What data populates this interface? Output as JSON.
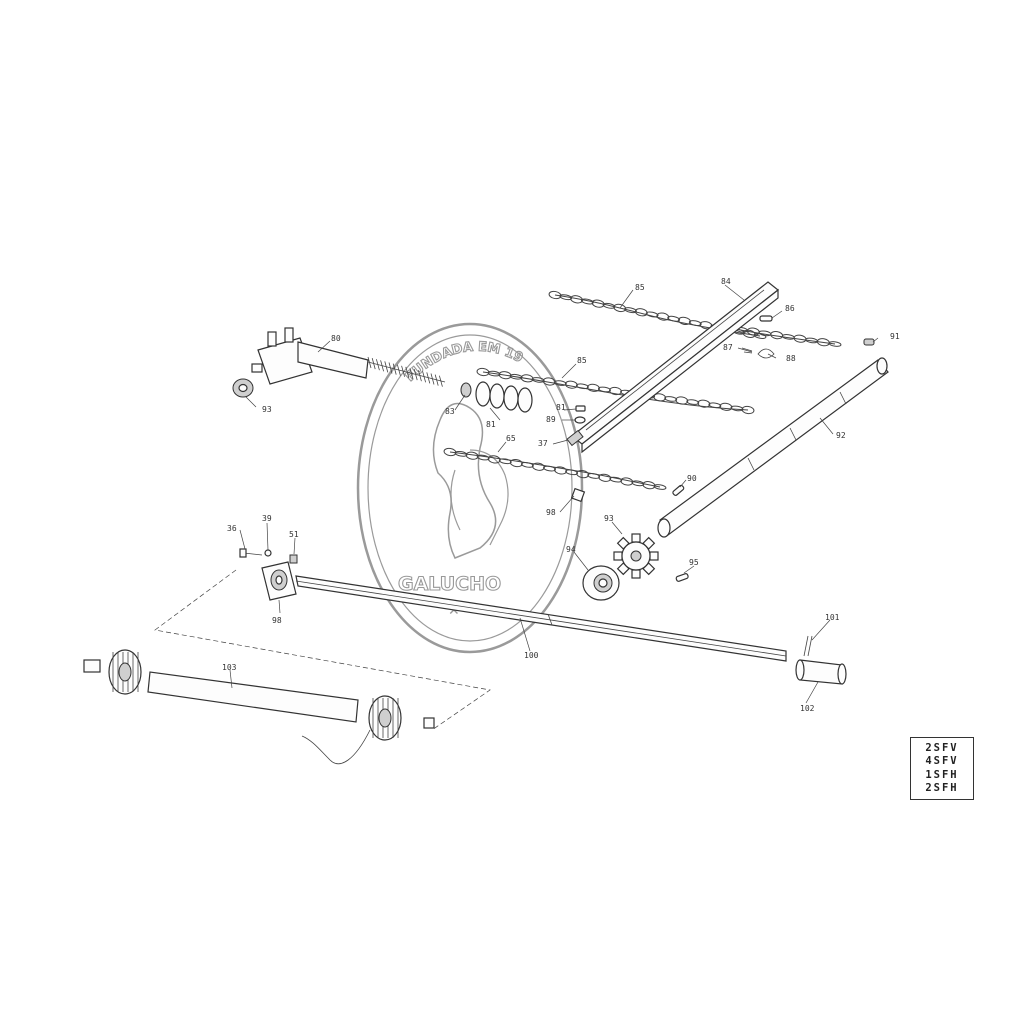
{
  "watermark": {
    "arc_text": "FUNDADA EM 19",
    "brand": "GALUCHO",
    "mark": "✕"
  },
  "callouts": {
    "c85a": "85",
    "c84": "84",
    "c86": "86",
    "c91a": "91",
    "c87": "87",
    "c88": "88",
    "c80top": "80",
    "c85b": "85",
    "c93a": "93",
    "c83": "83",
    "c81": "81",
    "c92": "92",
    "c81b": "81",
    "c89": "89",
    "c37": "37",
    "c65": "65",
    "c90": "90",
    "c98a": "98",
    "c93b": "93",
    "c36": "36",
    "c39": "39",
    "c51": "51",
    "c94": "94",
    "c95": "95",
    "c98b": "98",
    "c100": "100",
    "c101": "101",
    "c103": "103",
    "c102": "102"
  },
  "models": [
    "2SFV",
    "4SFV",
    "1SFH",
    "2SFH"
  ]
}
